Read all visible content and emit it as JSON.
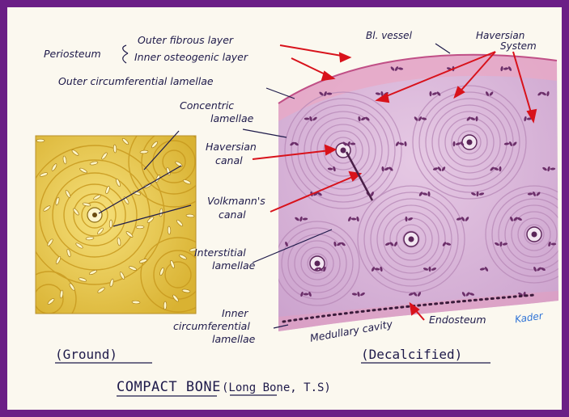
{
  "labels": {
    "periosteum": "Periosteum",
    "outer_fibrous": "Outer fibrous layer",
    "inner_osteogenic": "Inner osteogenic layer",
    "bl_vessel": "Bl. vessel",
    "haversian_system_1": "Haversian",
    "haversian_system_2": "System",
    "outer_circumferential": "Outer circumferential lamellae",
    "concentric_1": "Concentric",
    "concentric_2": "lamellae",
    "haversian_canal_1": "Haversian",
    "haversian_canal_2": "canal",
    "volkmanns_1": "Volkmann's",
    "volkmanns_2": "canal",
    "interstitial_1": "Interstitial",
    "interstitial_2": "lamellae",
    "inner_circ_1": "Inner",
    "inner_circ_2": "circumferential",
    "inner_circ_3": "lamellae",
    "medullary_cavity": "Medullary cavity",
    "endosteum": "Endosteum",
    "signature": "Kader"
  },
  "captions": {
    "ground": "(Ground)",
    "decalcified": "(Decalcified)",
    "title_main": "COMPACT BONE",
    "title_sub": "(Long Bone, T.S)"
  },
  "colors": {
    "frame": "#6b1f86",
    "ink": "#1e1a4a",
    "arrow": "#d8121b",
    "ground_bone": "#e8c94a",
    "decalcified_bone": "#d9b6d8"
  }
}
